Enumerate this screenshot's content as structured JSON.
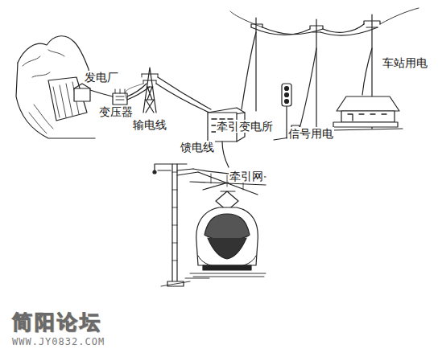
{
  "diagram": {
    "labels": [
      "发电厂",
      "变压器",
      "输电线",
      "牵引变电所",
      "馈电线",
      "信号用电",
      "车站用电",
      "牵引网",
      "简阳论坛",
      "WWW.JY0832.COM"
    ]
  }
}
